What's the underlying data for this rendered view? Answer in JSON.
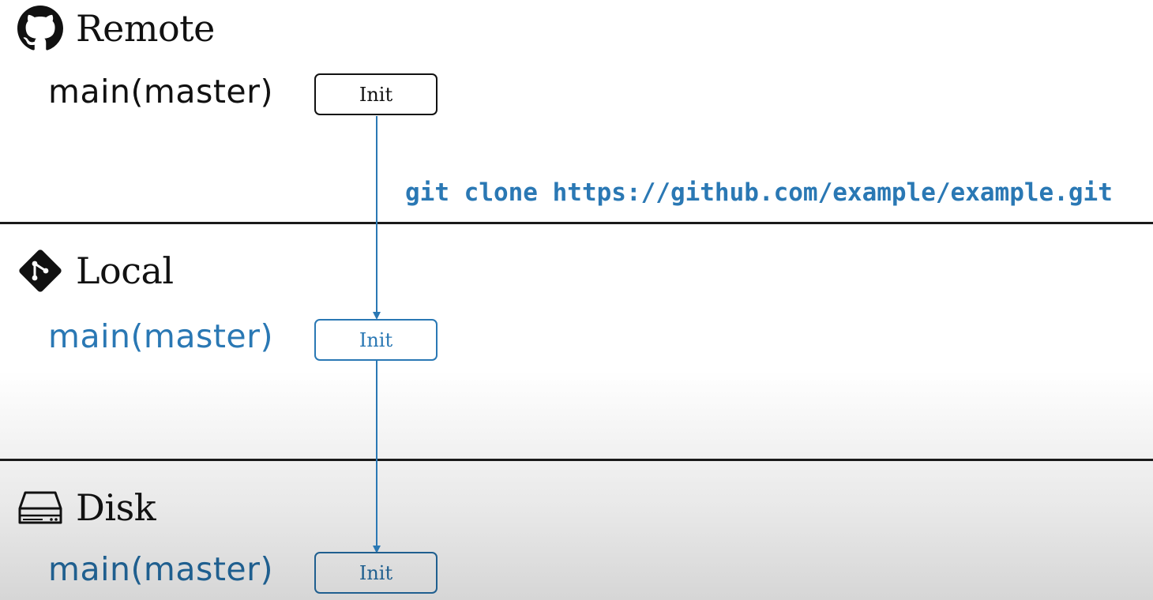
{
  "colors": {
    "dark": "#111111",
    "accent": "#2a78b4"
  },
  "sections": {
    "remote": {
      "title": "Remote",
      "icon": "github-icon",
      "branch": "main(master)",
      "commit": "Init"
    },
    "local": {
      "title": "Local",
      "icon": "git-icon",
      "branch": "main(master)",
      "commit": "Init"
    },
    "disk": {
      "title": "Disk",
      "icon": "hard-drive-icon",
      "branch": "main(master)",
      "commit": "Init"
    }
  },
  "command": "git clone https://github.com/example/example.git"
}
